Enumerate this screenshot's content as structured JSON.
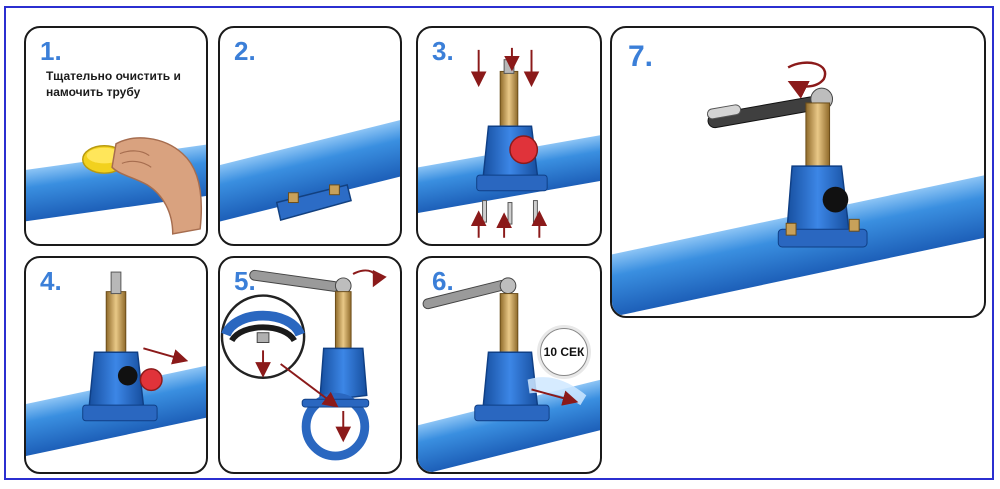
{
  "colors": {
    "frame": "#2b2fd0",
    "pipe": "#3a8fe0",
    "fitting": "#1f68c8",
    "brass": "#c8a15a",
    "arrow": "#8b1a1a",
    "step_number": "#3b7fd8",
    "red_cap": "#e0333a"
  },
  "steps": [
    {
      "number": "1.",
      "caption": "Тщательно очистить и намочить трубу"
    },
    {
      "number": "2."
    },
    {
      "number": "3."
    },
    {
      "number": "4."
    },
    {
      "number": "5."
    },
    {
      "number": "6.",
      "timer": "10 СЕК"
    },
    {
      "number": "7."
    }
  ]
}
